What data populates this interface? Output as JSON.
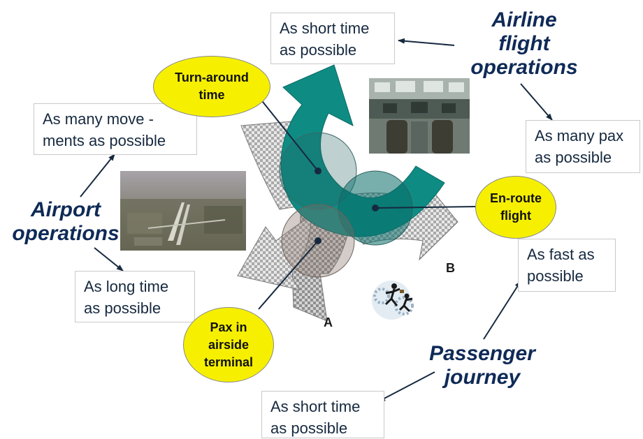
{
  "goals": {
    "turnaround": [
      "As short time",
      "as possible"
    ],
    "movements": [
      "As many move -",
      "ments as possible"
    ],
    "pax_count": [
      "As many pax",
      "as possible"
    ],
    "speed": [
      "As fast as",
      "possible"
    ],
    "ground_time": [
      "As long time",
      "as possible"
    ],
    "journey_time": [
      "As short time",
      "as possible"
    ]
  },
  "stakeholders": {
    "airline": [
      "Airline",
      "flight",
      "operations"
    ],
    "airport": [
      "Airport",
      "operations"
    ],
    "passenger": [
      "Passenger",
      "journey"
    ]
  },
  "phases": {
    "turnaround": [
      "Turn-around",
      "time"
    ],
    "enroute": [
      "En-route",
      "flight"
    ],
    "terminal": [
      "Pax in",
      "airside",
      "terminal"
    ]
  },
  "markers": {
    "a": "A",
    "b": "B"
  },
  "colors": {
    "teal": "#0e8c84",
    "yellow": "#f6f000",
    "navy": "#0f2a57",
    "arrow_line": "#16293f"
  },
  "icons": [
    "airport-aerial-photo",
    "cockpit-photo",
    "running-businessmen-clipart"
  ]
}
